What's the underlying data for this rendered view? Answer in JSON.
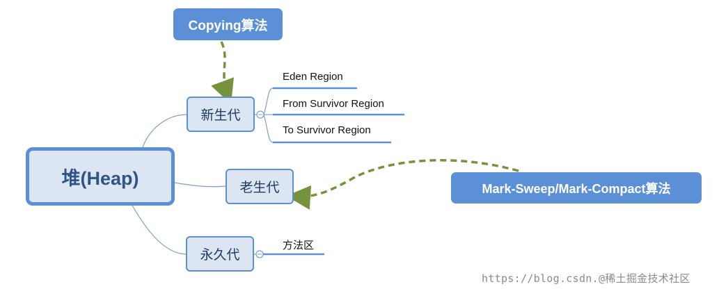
{
  "root": {
    "label": "堆(Heap)"
  },
  "branches": {
    "young": {
      "label": "新生代",
      "children": [
        "Eden Region",
        "From Survivor Region",
        "To Survivor Region"
      ]
    },
    "old": {
      "label": "老生代"
    },
    "perm": {
      "label": "永久代",
      "children": [
        "方法区"
      ]
    }
  },
  "callouts": {
    "copying": "Copying算法",
    "mark": "Mark-Sweep/Mark-Compact算法"
  },
  "watermark": "https://blog.csdn.@稀土掘金技术社区",
  "colors": {
    "node_fill": "#dce6f2",
    "node_border": "#5b8fd6",
    "callout_fill": "#5b8fd6",
    "connector": "#7f9ec9",
    "leaf_underline": "#5b8fd6",
    "arrow": "#76923c"
  }
}
